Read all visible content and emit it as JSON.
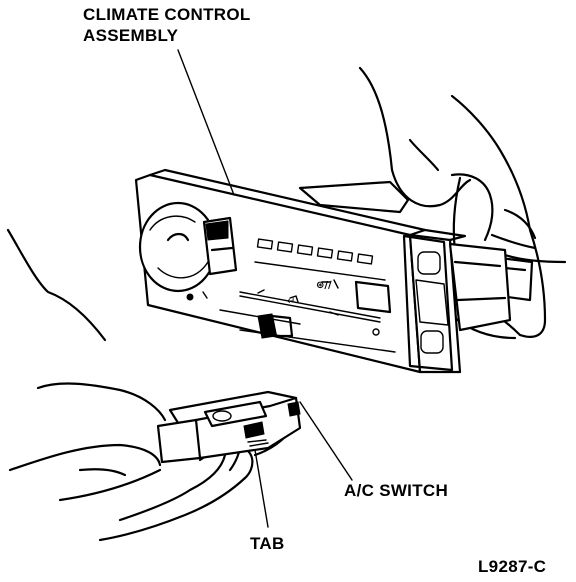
{
  "labels": {
    "assembly_line1": "CLIMATE CONTROL",
    "assembly_line2": "ASSEMBLY",
    "ac_switch": "A/C SWITCH",
    "tab": "TAB",
    "figure_id": "L9287-C"
  },
  "dial_markings": {
    "mode": "⊛/∕",
    "temp_mark": "↵"
  }
}
